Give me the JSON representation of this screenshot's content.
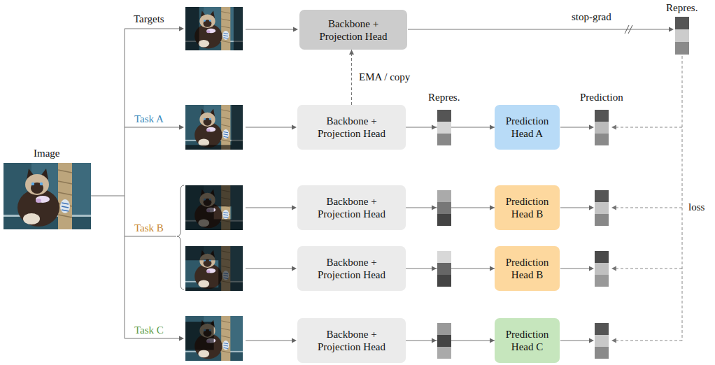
{
  "diagram": {
    "nodes": [
      {
        "text": [
          "Backbone + Projection Head"
        ]
      },
      {
        "text": [
          "Backbone + Projection Head"
        ]
      },
      {
        "text": [
          "Backbone + Projection Head"
        ]
      },
      {
        "text": [
          "Backbone + Projection Head"
        ]
      },
      {
        "text": [
          "Backbone + Projection Head"
        ]
      },
      {
        "text": [
          "Prediction Head A"
        ]
      },
      {
        "text": [
          "Prediction Head B"
        ]
      },
      {
        "text": [
          "Prediction Head B"
        ]
      },
      {
        "text": [
          "Prediction Head C"
        ]
      }
    ],
    "edges": [
      {
        "from": 1,
        "to": 0,
        "label": "EMA / copy",
        "arrow": "to"
      },
      {
        "from": 1,
        "to": 5,
        "arrow": "to"
      },
      {
        "from": 2,
        "to": 6,
        "arrow": "to"
      },
      {
        "from": 3,
        "to": 7,
        "arrow": "to"
      },
      {
        "from": 4,
        "to": 8,
        "arrow": "to"
      }
    ],
    "labels": [
      "Repres.",
      "stop-grad",
      "Targets",
      "Repres.",
      "Prediction",
      "Image",
      "Task A",
      "Task B",
      "loss",
      "Task C"
    ]
  }
}
